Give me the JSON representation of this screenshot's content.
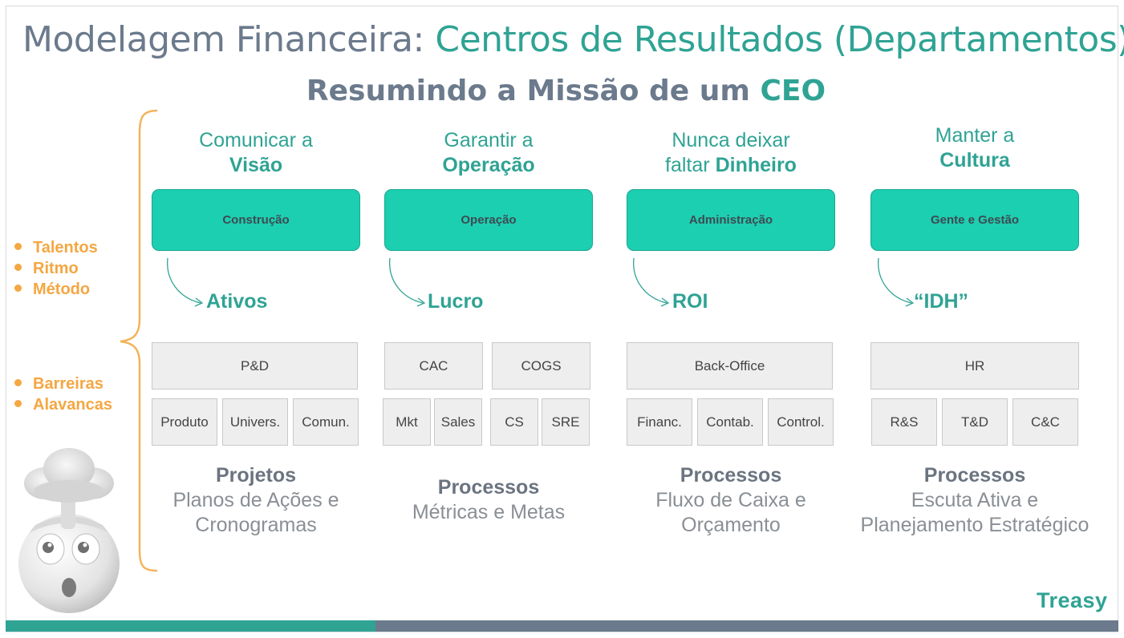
{
  "title": {
    "part1": "Modelagem Financeira: ",
    "part2": "Centros de Resultados (Departamentos)"
  },
  "subtitle": {
    "part1": "Resumindo a Missão de um ",
    "part2": "CEO"
  },
  "left_bullets": {
    "group1": [
      "Talentos",
      "Ritmo",
      "Método"
    ],
    "group2": [
      "Barreiras",
      "Alavancas"
    ]
  },
  "columns": [
    {
      "mission_line1": "Comunicar a",
      "mission_prefix": "",
      "mission_bold": "Visão",
      "department": "Construção",
      "result": "Ativos",
      "top_boxes": [
        "P&D"
      ],
      "sub_boxes": [
        "Produto",
        "Univers.",
        "Comun."
      ],
      "bottom_title": "Projetos",
      "bottom_line1": "Planos de Ações e",
      "bottom_line2": "Cronogramas"
    },
    {
      "mission_line1": "Garantir a",
      "mission_prefix": "",
      "mission_bold": "Operação",
      "department": "Operação",
      "result": "Lucro",
      "top_boxes": [
        "CAC",
        "COGS"
      ],
      "sub_boxes": [
        "Mkt",
        "Sales",
        "CS",
        "SRE"
      ],
      "bottom_title": "Processos",
      "bottom_line1": "Métricas e Metas",
      "bottom_line2": ""
    },
    {
      "mission_line1": "Nunca deixar",
      "mission_prefix": "faltar ",
      "mission_bold": "Dinheiro",
      "department": "Administração",
      "result": "ROI",
      "top_boxes": [
        "Back-Office"
      ],
      "sub_boxes": [
        "Financ.",
        "Contab.",
        "Control."
      ],
      "bottom_title": "Processos",
      "bottom_line1": "Fluxo de Caixa e",
      "bottom_line2": "Orçamento"
    },
    {
      "mission_line1": "Manter a",
      "mission_prefix": "",
      "mission_bold": "Cultura",
      "department": "Gente e Gestão",
      "result": "“IDH”",
      "top_boxes": [
        "HR"
      ],
      "sub_boxes": [
        "R&S",
        "T&D",
        "C&C"
      ],
      "bottom_title": "Processos",
      "bottom_line1": "Escuta Ativa e",
      "bottom_line2": "Planejamento Estratégico"
    }
  ],
  "logo": "Treasy",
  "colors": {
    "teal": "#2fa394",
    "box_teal": "#1ccfb0",
    "orange": "#f4a742",
    "slate": "#6b7a8c"
  }
}
